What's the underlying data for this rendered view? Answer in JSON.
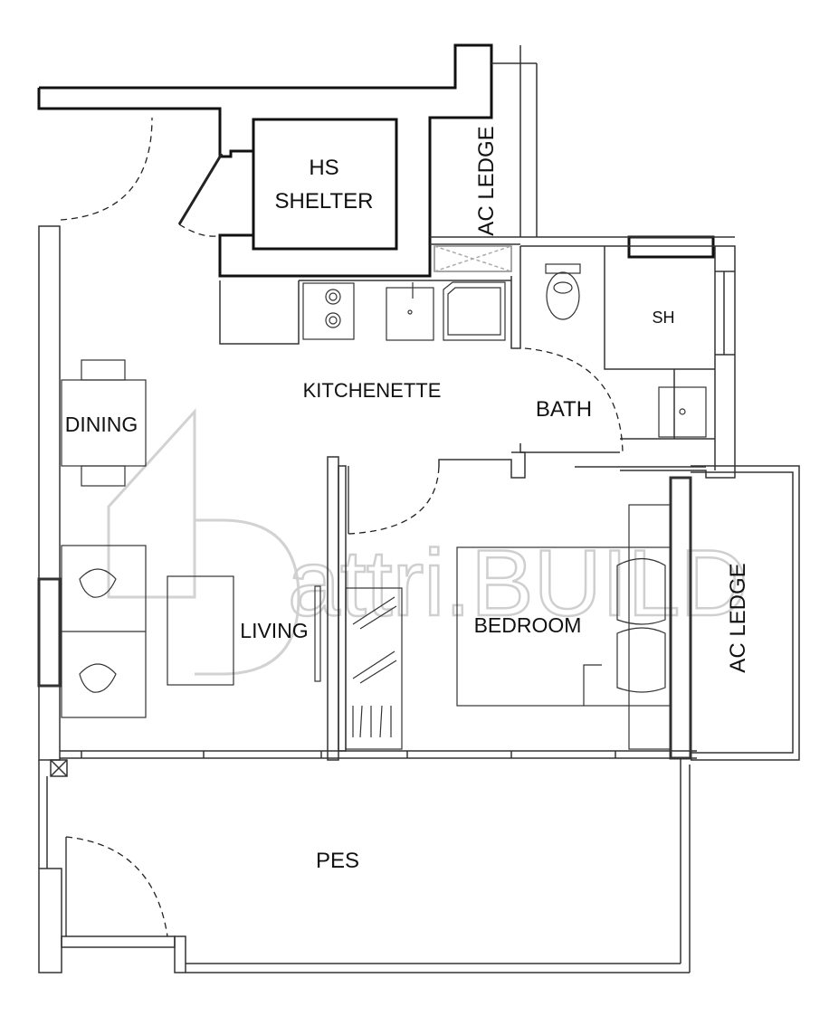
{
  "rooms": {
    "hs_shelter_line1": "HS",
    "hs_shelter_line2": "SHELTER",
    "ac_ledge_top": "AC LEDGE",
    "sh": "SH",
    "kitchenette": "KITCHENETTE",
    "bath": "BATH",
    "dining": "DINING",
    "living": "LIVING",
    "bedroom": "BEDROOM",
    "ac_ledge_right": "AC LEDGE",
    "pes": "PES"
  },
  "watermark": "attri.BUILD",
  "colors": {
    "wall": "#111111",
    "line": "#444444",
    "light": "#888888",
    "watermark": "#cfcfcf"
  }
}
